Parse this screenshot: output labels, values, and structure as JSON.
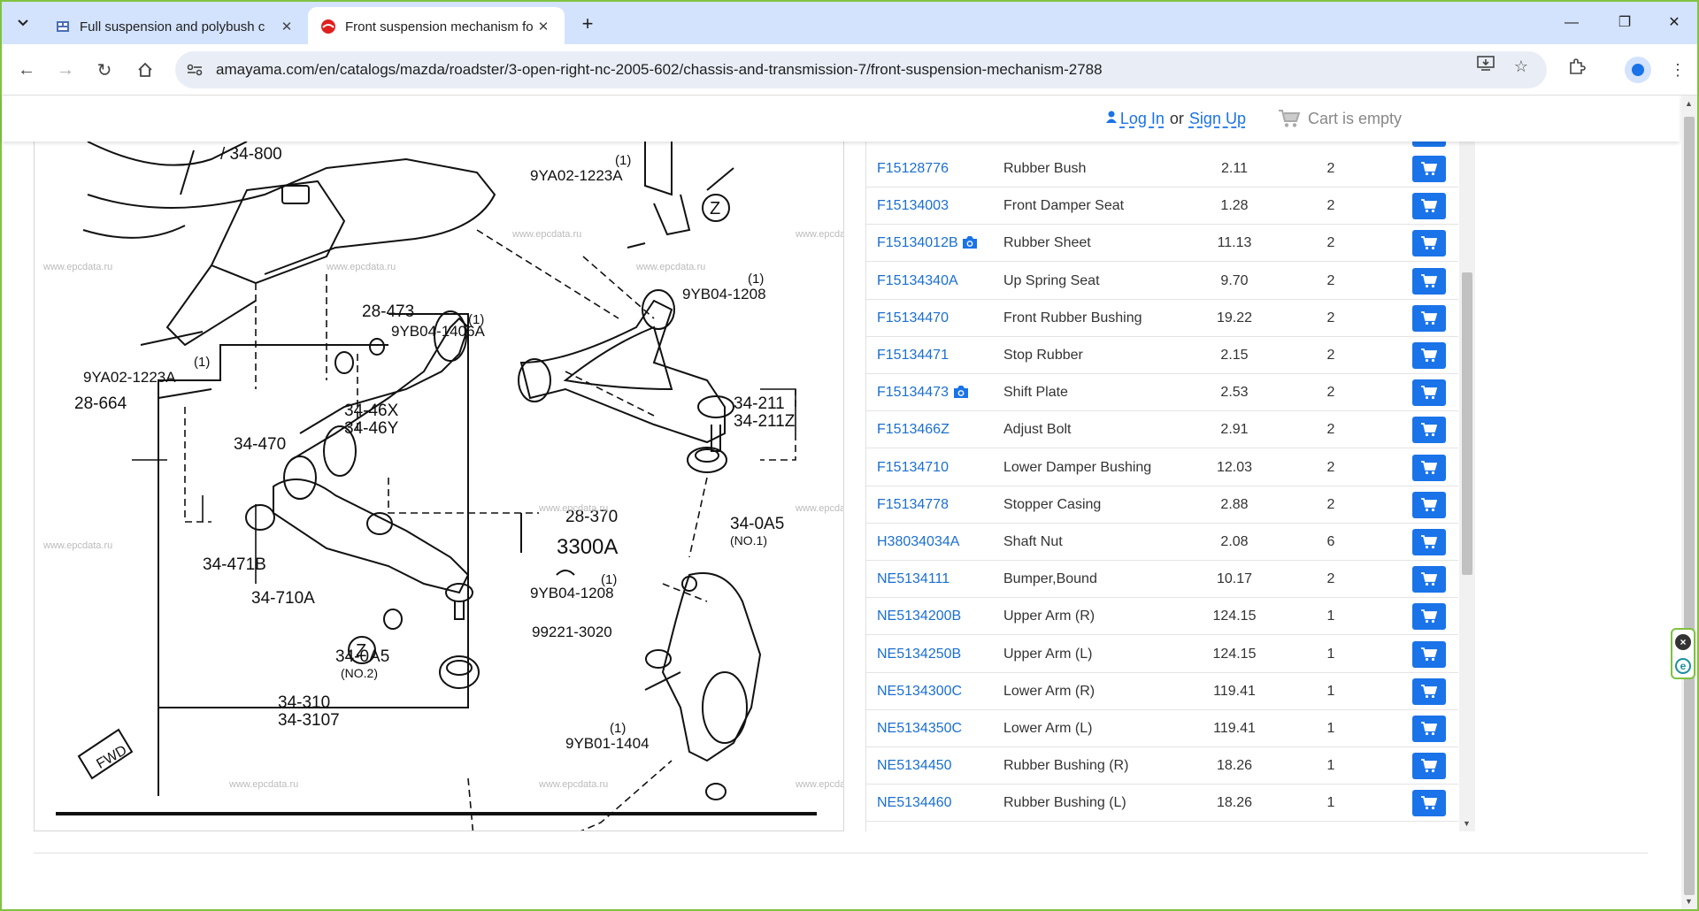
{
  "browser": {
    "tabs": [
      {
        "title": "Full suspension and polybush c",
        "active": false
      },
      {
        "title": "Front suspension mechanism fo",
        "active": true
      }
    ],
    "url": "amayama.com/en/catalogs/mazda/roadster/3-open-right-nc-2005-602/chassis-and-transmission-7/front-suspension-mechanism-2788"
  },
  "header": {
    "login": "Log In",
    "or": "or",
    "signup": "Sign Up",
    "cart": "Cart is empty"
  },
  "diagram": {
    "watermark": "www.epcdata.ru",
    "labels": {
      "l_34_800": "/ 34-800",
      "l_9ya02_top": "9YA02-1223A",
      "l_1_a": "(1)",
      "l_9yb04_top": "9YB04-1208",
      "l_1_b": "(1)",
      "l_28_473": "28-473",
      "l_9yb04_1406": "9YB04-1406A",
      "l_1_c": "(1)",
      "l_9ya02_left": "9YA02-1223A",
      "l_1_d": "(1)",
      "l_28_664": "28-664",
      "l_34_46x": "34-46X",
      "l_34_46y": "34-46Y",
      "l_34_470": "34-470",
      "l_34_211": "34-211",
      "l_34_211z": "34-211Z",
      "l_28_370": "28-370",
      "l_3300a": "3300A",
      "l_34_0a5_1": "34-0A5",
      "l_no1": "(NO.1)",
      "l_34_471b": "34-471B",
      "l_34_710a": "34-710A",
      "l_9yb04_mid": "9YB04-1208",
      "l_1_e": "(1)",
      "l_99221": "99221-3020",
      "l_34_0a5_2": "34-0A5",
      "l_no2": "(NO.2)",
      "l_34_310": "34-310",
      "l_34_3107": "34-3107",
      "l_9yb01": "9YB01-1404",
      "l_1_f": "(1)",
      "l_z1": "Z",
      "l_z2": "Z",
      "l_fwd": "FWD"
    }
  },
  "parts": [
    {
      "number": "F15128776",
      "name": "Rubber Bush",
      "price": "2.11",
      "qty": "2",
      "photo": false
    },
    {
      "number": "F15134003",
      "name": "Front Damper Seat",
      "price": "1.28",
      "qty": "2",
      "photo": false
    },
    {
      "number": "F15134012B",
      "name": "Rubber Sheet",
      "price": "11.13",
      "qty": "2",
      "photo": true
    },
    {
      "number": "F15134340A",
      "name": "Up Spring Seat",
      "price": "9.70",
      "qty": "2",
      "photo": false
    },
    {
      "number": "F15134470",
      "name": "Front Rubber Bushing",
      "price": "19.22",
      "qty": "2",
      "photo": false
    },
    {
      "number": "F15134471",
      "name": "Stop Rubber",
      "price": "2.15",
      "qty": "2",
      "photo": false
    },
    {
      "number": "F15134473",
      "name": "Shift Plate",
      "price": "2.53",
      "qty": "2",
      "photo": true
    },
    {
      "number": "F1513466Z",
      "name": "Adjust Bolt",
      "price": "2.91",
      "qty": "2",
      "photo": false
    },
    {
      "number": "F15134710",
      "name": "Lower Damper Bushing",
      "price": "12.03",
      "qty": "2",
      "photo": false
    },
    {
      "number": "F15134778",
      "name": "Stopper Casing",
      "price": "2.88",
      "qty": "2",
      "photo": false
    },
    {
      "number": "H38034034A",
      "name": "Shaft Nut",
      "price": "2.08",
      "qty": "6",
      "photo": false
    },
    {
      "number": "NE5134111",
      "name": "Bumper,Bound",
      "price": "10.17",
      "qty": "2",
      "photo": false
    },
    {
      "number": "NE5134200B",
      "name": "Upper Arm (R)",
      "price": "124.15",
      "qty": "1",
      "photo": false
    },
    {
      "number": "NE5134250B",
      "name": "Upper Arm (L)",
      "price": "124.15",
      "qty": "1",
      "photo": false
    },
    {
      "number": "NE5134300C",
      "name": "Lower Arm (R)",
      "price": "119.41",
      "qty": "1",
      "photo": false
    },
    {
      "number": "NE5134350C",
      "name": "Lower Arm (L)",
      "price": "119.41",
      "qty": "1",
      "photo": false
    },
    {
      "number": "NE5134450",
      "name": "Rubber Bushing (R)",
      "price": "18.26",
      "qty": "1",
      "photo": false
    },
    {
      "number": "NE5134460",
      "name": "Rubber Bushing (L)",
      "price": "18.26",
      "qty": "1",
      "photo": false
    }
  ]
}
